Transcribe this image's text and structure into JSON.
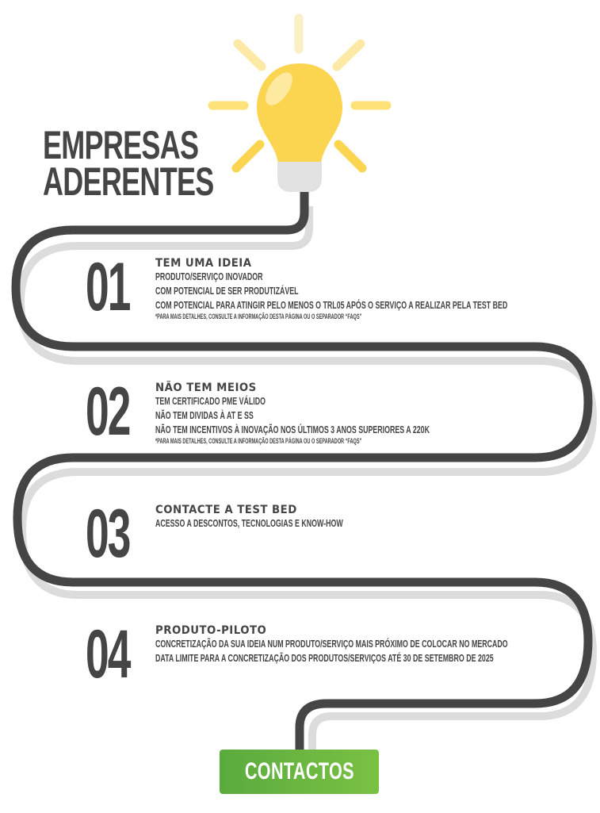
{
  "title": {
    "line1": "EMPRESAS",
    "line2": "ADERENTES"
  },
  "colors": {
    "road": "#444544",
    "shadow": "#dcdcdc",
    "bulb": "#fcd550",
    "rays": "#fde27a",
    "socket": "#e2e2e2",
    "cta": "#6ab740"
  },
  "icons": {
    "hero": "lightbulb-icon"
  },
  "steps": [
    {
      "number": "01",
      "heading": "TEM UMA IDEIA",
      "lines": [
        "PRODUTO/SERVIÇO INOVADOR",
        "COM POTENCIAL DE SER PRODUTIZÁVEL",
        "COM POTENCIAL PARA ATINGIR PELO MENOS O TRL05 APÓS O SERVIÇO A REALIZAR PELA TEST BED"
      ],
      "note": "*PARA MAIS DETALHES, CONSULTE A INFORMAÇÃO DESTA PÁGINA OU O SEPARADOR “FAQS”"
    },
    {
      "number": "02",
      "heading": "NÃO TEM MEIOS",
      "lines": [
        "TEM CERTIFICADO PME VÁLIDO",
        "NÃO TEM DIVIDAS À AT E SS",
        "NÃO TEM INCENTIVOS À INOVAÇÃO NOS ÚLTIMOS 3 ANOS SUPERIORES A 220K"
      ],
      "note": "*PARA MAIS DETALHES, CONSULTE A INFORMAÇÃO DESTA PÁGINA OU O SEPARADOR “FAQS”"
    },
    {
      "number": "03",
      "heading": "CONTACTE A TEST BED",
      "lines": [
        "ACESSO A DESCONTOS, TECNOLOGIAS E KNOW-HOW"
      ],
      "note": ""
    },
    {
      "number": "04",
      "heading": "PRODUTO-PILOTO",
      "lines": [
        "CONCRETIZAÇÃO DA SUA IDEIA NUM PRODUTO/SERVIÇO MAIS PRÓXIMO DE COLOCAR NO MERCADO",
        "DATA LIMITE PARA A CONCRETIZAÇÃO DOS PRODUTOS/SERVIÇOS ATÉ 30 DE SETEMBRO DE 2025"
      ],
      "note": ""
    }
  ],
  "cta": {
    "label": "CONTACTOS"
  }
}
